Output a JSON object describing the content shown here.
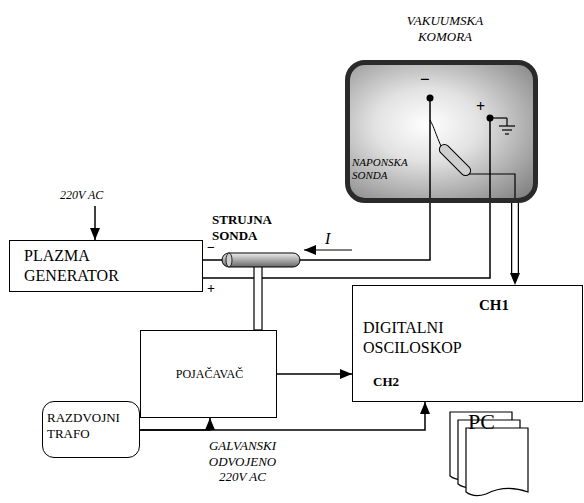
{
  "diagram": {
    "nodes": [
      {
        "text": [
          "VAKUUMSKA KOMORA"
        ]
      },
      {
        "text": [
          "PLAZMA GENERATOR"
        ]
      },
      {
        "text": [
          "CH1",
          "DIGITALNI OSCILOSKOP",
          "CH2"
        ]
      },
      {
        "text": [
          "POJAČAVAČ"
        ]
      },
      {
        "text": [
          "RAZDVOJNI TRAFO"
        ]
      },
      {
        "text": [
          "PC"
        ]
      }
    ],
    "edges": [
      {
        "from": 1,
        "to": 0,
        "arrow": "none"
      },
      {
        "from": 1,
        "to": 0,
        "arrow": "none"
      },
      {
        "from": 0,
        "to": 2,
        "arrow": "to"
      },
      {
        "from": 3,
        "to": 2,
        "arrow": "to"
      },
      {
        "from": 4,
        "to": 3,
        "arrow": "to"
      },
      {
        "from": 4,
        "to": 2,
        "arrow": "to"
      }
    ],
    "labels": [
      "−",
      "+",
      "NAPONSKA SONDA",
      "220V AC",
      "STRUJNA SONDA",
      "I",
      "−",
      "+",
      "GALVANSKI ODVOJENO 220V AC"
    ]
  }
}
